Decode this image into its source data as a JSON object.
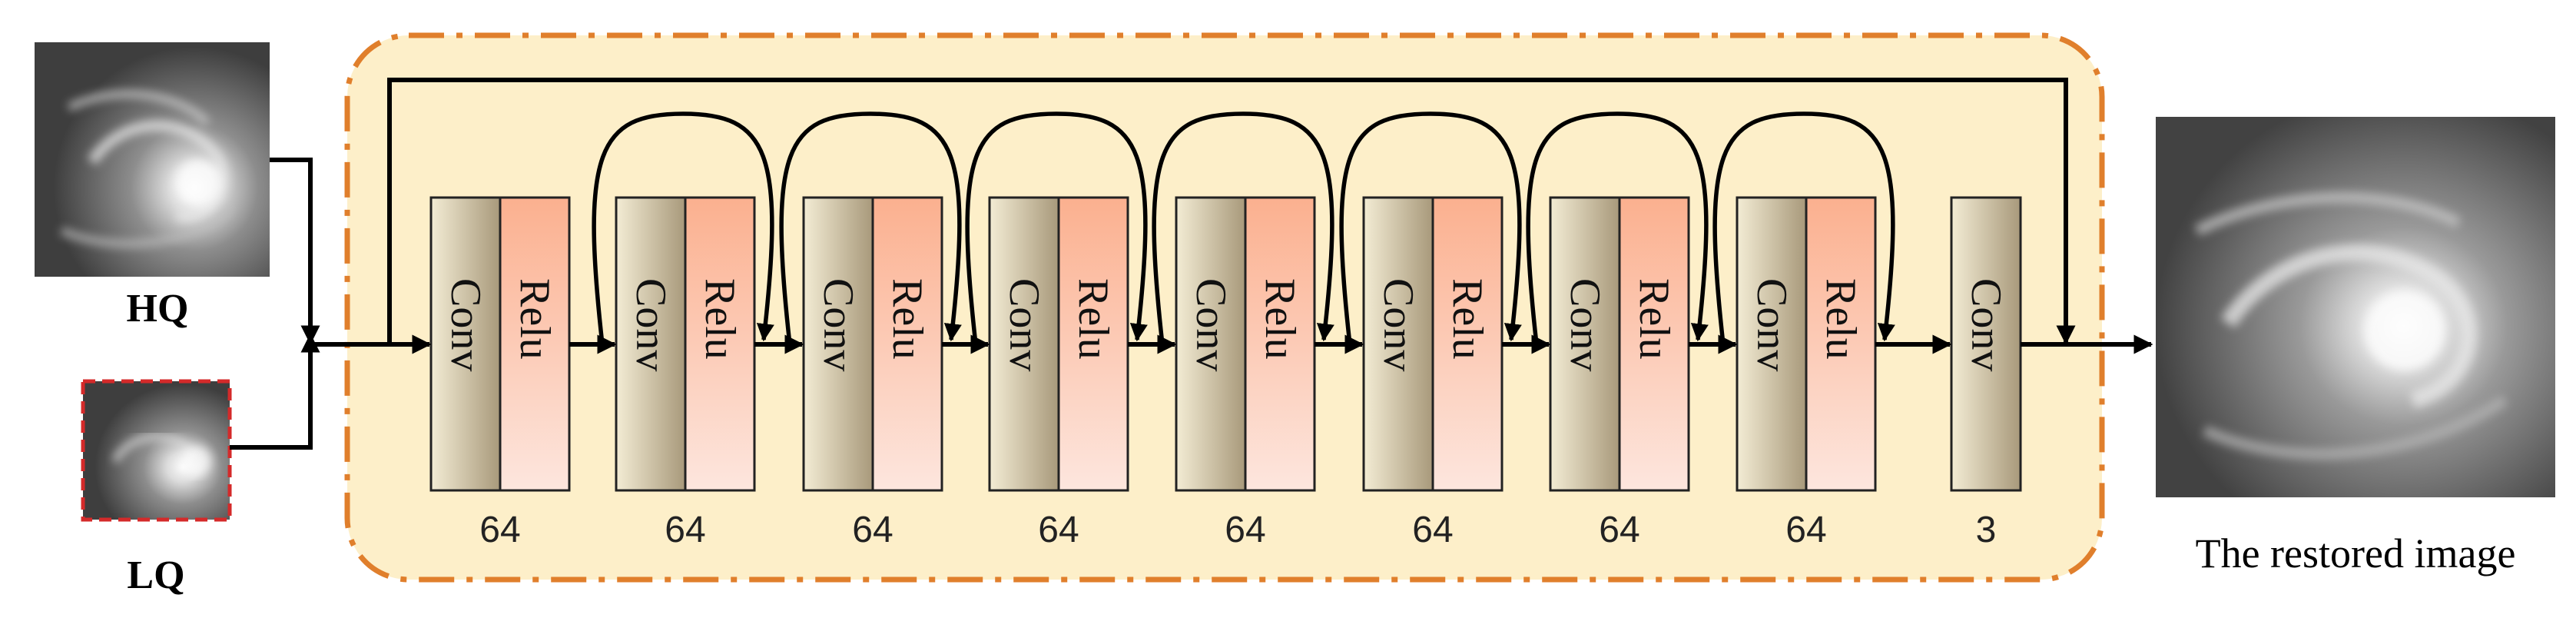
{
  "inputs": {
    "hq_label": "HQ",
    "lq_label": "LQ"
  },
  "output": {
    "label": "The restored image"
  },
  "network": {
    "blocks": [
      {
        "layers": [
          "Conv",
          "Relu"
        ],
        "channels": "64"
      },
      {
        "layers": [
          "Conv",
          "Relu"
        ],
        "channels": "64"
      },
      {
        "layers": [
          "Conv",
          "Relu"
        ],
        "channels": "64"
      },
      {
        "layers": [
          "Conv",
          "Relu"
        ],
        "channels": "64"
      },
      {
        "layers": [
          "Conv",
          "Relu"
        ],
        "channels": "64"
      },
      {
        "layers": [
          "Conv",
          "Relu"
        ],
        "channels": "64"
      },
      {
        "layers": [
          "Conv",
          "Relu"
        ],
        "channels": "64"
      },
      {
        "layers": [
          "Conv",
          "Relu"
        ],
        "channels": "64"
      },
      {
        "layers": [
          "Conv"
        ],
        "channels": "3"
      }
    ]
  },
  "colors": {
    "container_fill": "#fdefc9",
    "container_border": "#e07f2c",
    "conv_dark": "#a8997b",
    "conv_light": "#f3ecd4",
    "relu_top": "#fbb08f",
    "relu_bottom": "#fde6de",
    "lq_border": "#d42a2a"
  }
}
